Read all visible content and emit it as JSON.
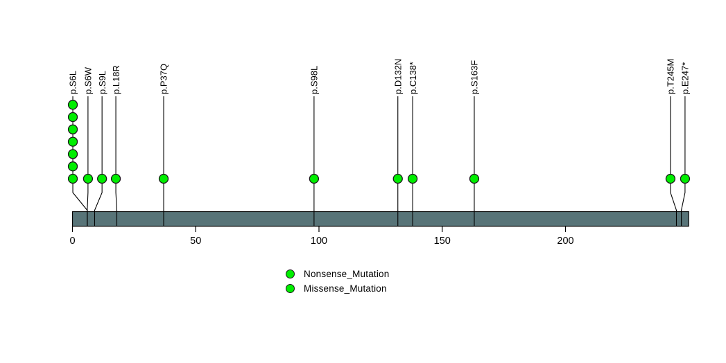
{
  "chart_data": {
    "type": "lollipop",
    "title": "",
    "xlabel": "",
    "ylabel": "",
    "xlim": [
      0,
      250
    ],
    "x_ticks": [
      0,
      50,
      100,
      150,
      200
    ],
    "protein_length": 250,
    "grid": false,
    "legend_position": "bottom-center",
    "mutations": [
      {
        "label": "p.S6L",
        "position": 6,
        "count": 7,
        "display_position": 0.15
      },
      {
        "label": "p.S6W",
        "position": 6,
        "count": 1,
        "display_position": 6.3
      },
      {
        "label": "p.S9L",
        "position": 9,
        "count": 1,
        "display_position": 12.0
      },
      {
        "label": "p.L18R",
        "position": 18,
        "count": 1,
        "display_position": 17.6
      },
      {
        "label": "p.P37Q",
        "position": 37,
        "count": 1
      },
      {
        "label": "p.S98L",
        "position": 98,
        "count": 1
      },
      {
        "label": "p.D132N",
        "position": 132,
        "count": 1
      },
      {
        "label": "p.C138*",
        "position": 138,
        "count": 1
      },
      {
        "label": "p.S163F",
        "position": 163,
        "count": 1
      },
      {
        "label": "p.T245M",
        "position": 245,
        "count": 1,
        "display_position": 242.6
      },
      {
        "label": "p.E247*",
        "position": 247,
        "count": 1,
        "display_position": 248.5
      }
    ],
    "legend": [
      {
        "label": "Nonsense_Mutation",
        "color": "#00ee00"
      },
      {
        "label": "Missense_Mutation",
        "color": "#00ee00"
      }
    ],
    "colors": {
      "lollipop_fill": "#00ee00",
      "lollipop_stroke": "#1a1a1a",
      "domain_bar_fill": "#587478",
      "domain_bar_stroke": "#000000",
      "stem": "#000000",
      "text": "#000000"
    }
  }
}
